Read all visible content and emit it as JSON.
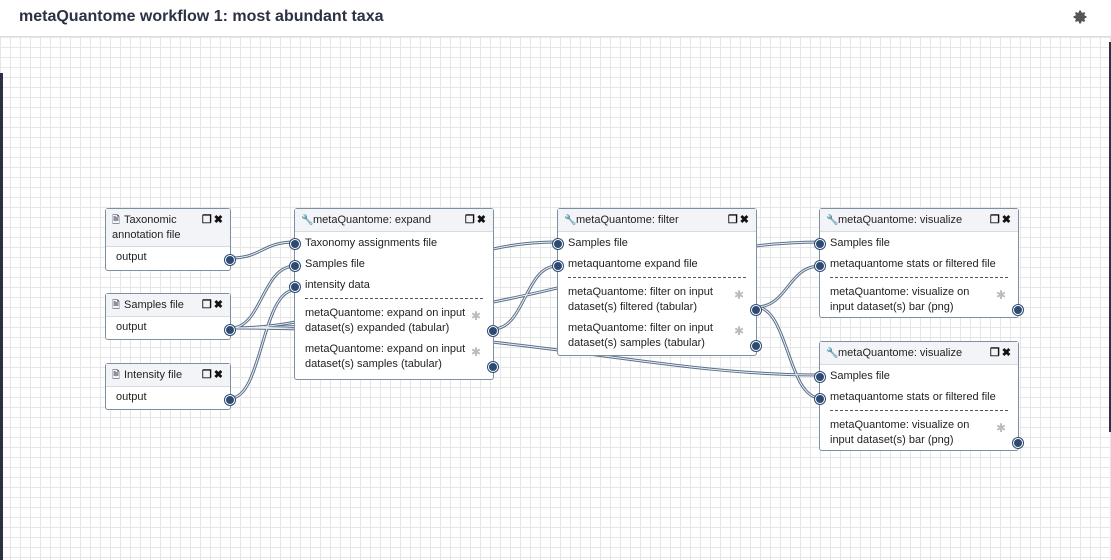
{
  "header": {
    "title": "metaQuantome workflow 1: most abundant taxa"
  },
  "icons": {
    "gear": "gear-icon",
    "file": "file-icon",
    "wrench": "wrench-icon",
    "copy": "copy-icon",
    "close": "close-icon"
  },
  "nodes": {
    "tax": {
      "title": "Taxonomic annotation file",
      "output": "output"
    },
    "samp": {
      "title": "Samples file",
      "output": "output"
    },
    "int": {
      "title": "Intensity file",
      "output": "output"
    },
    "expand": {
      "title": "metaQuantome: expand",
      "inputs": [
        "Taxonomy assignments file",
        "Samples file",
        "intensity data"
      ],
      "outputs": [
        "metaQuantome: expand on input dataset(s) expanded (tabular)",
        "metaQuantome: expand on input dataset(s) samples (tabular)"
      ]
    },
    "filter": {
      "title": "metaQuantome: filter",
      "inputs": [
        "Samples file",
        "metaquantome expand file"
      ],
      "outputs": [
        "metaQuantome: filter on input dataset(s) filtered (tabular)",
        "metaQuantome: filter on input dataset(s) samples (tabular)"
      ]
    },
    "vis1": {
      "title": "metaQuantome: visualize",
      "inputs": [
        "Samples file",
        "metaquantome stats or filtered file"
      ],
      "outputs": [
        "metaQuantome: visualize on input dataset(s) bar (png)"
      ]
    },
    "vis2": {
      "title": "metaQuantome: visualize",
      "inputs": [
        "Samples file",
        "metaquantome stats or filtered file"
      ],
      "outputs": [
        "metaQuantome: visualize on input dataset(s) bar (png)"
      ]
    }
  }
}
